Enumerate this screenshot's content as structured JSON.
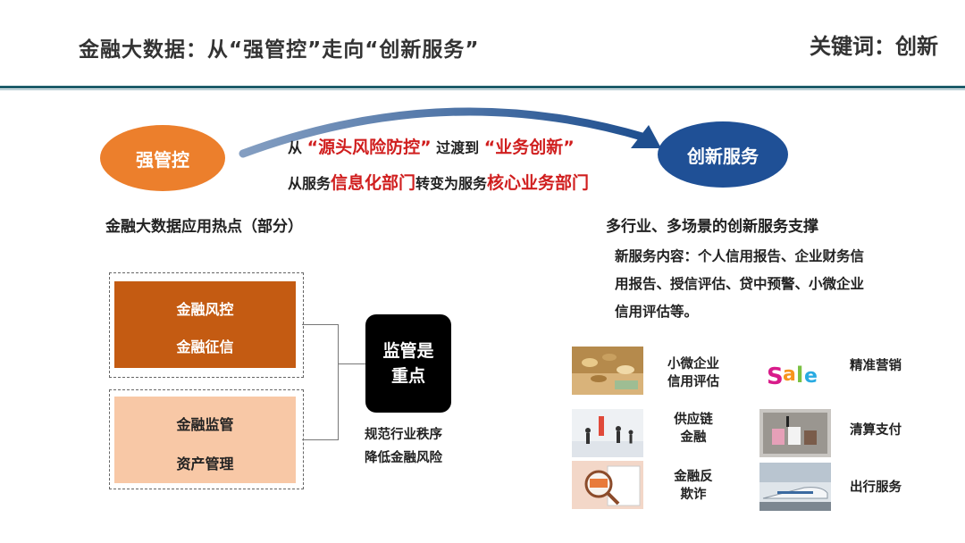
{
  "header": {
    "title": "金融大数据：从“强管控”走向“创新服务”",
    "keyword": "关键词：创新"
  },
  "transition": {
    "left_label": "强管控",
    "right_label": "创新服务",
    "line1_prefix": "从",
    "line1_highlight1": "“源头风险防控”",
    "line1_mid": "过渡到",
    "line1_highlight2": "“业务创新”",
    "line2_prefix": "从服务",
    "line2_highlight1": "信息化部门",
    "line2_mid": "转变为服务",
    "line2_highlight2": "核心业务部门"
  },
  "left_section": {
    "heading": "金融大数据应用热点（部分）",
    "box1": [
      "金融风控",
      "金融征信"
    ],
    "box2": [
      "金融监管",
      "资产管理"
    ],
    "focus_label_line1": "监管是",
    "focus_label_line2": "重点",
    "notes": [
      "规范行业秩序",
      "降低金融风险"
    ]
  },
  "right_section": {
    "heading": "多行业、多场景的创新服务支撑",
    "desc_label": "新服务内容：",
    "desc_text": "个人信用报告、企业财务信用报告、授信评估、贷中预警、小微企业信用评估等。",
    "tiles": [
      {
        "line1": "小微企业",
        "line2": "信用评估",
        "icon": "coins-image"
      },
      {
        "line1": "精准营销",
        "line2": "",
        "icon": "sale-image"
      },
      {
        "line1": "供应链",
        "line2": "金融",
        "icon": "business-people-image"
      },
      {
        "line1": "清算支付",
        "line2": "",
        "icon": "shopping-bags-image"
      },
      {
        "line1": "金融反",
        "line2": "欺诈",
        "icon": "magnifier-risk-image"
      },
      {
        "line1": "出行服务",
        "line2": "",
        "icon": "train-image"
      }
    ]
  },
  "colors": {
    "accent_orange": "#ec7f2c",
    "accent_blue": "#1f5096",
    "dark_orange": "#c45b12",
    "light_orange": "#f8c8a6",
    "highlight_red": "#d01e1e"
  }
}
